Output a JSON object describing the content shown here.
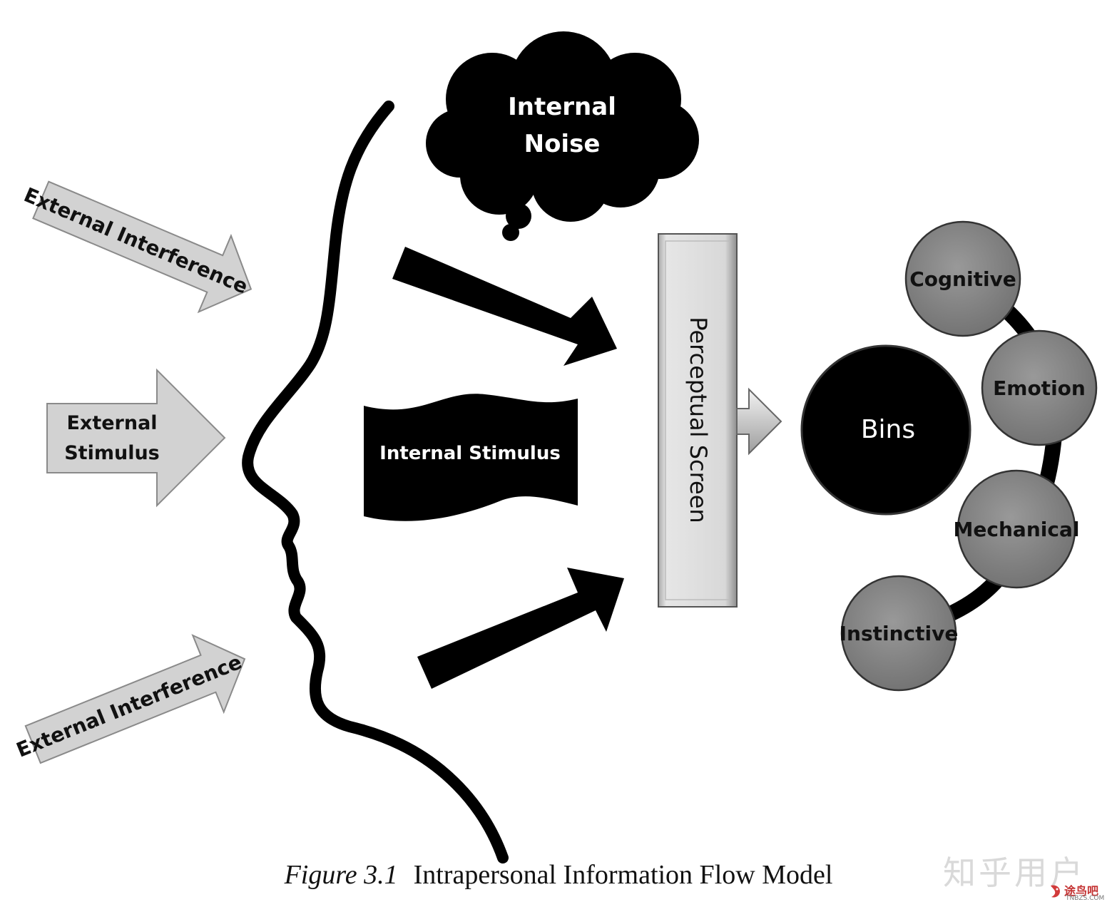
{
  "diagram": {
    "internal_noise": [
      "Internal",
      "Noise"
    ],
    "external_interference_top": "External Interference",
    "external_stimulus": [
      "External",
      "Stimulus"
    ],
    "external_interference_bottom": "External Interference",
    "internal_stimulus": "Internal Stimulus",
    "perceptual_screen": "Perceptual Screen",
    "bins": "Bins",
    "bin_categories": [
      "Cognitive",
      "Emotion",
      "Mechanical",
      "Instinctive"
    ]
  },
  "caption": {
    "figure_label": "Figure 3.1",
    "title": "Intrapersonal Information Flow Model"
  },
  "watermark": {
    "platform": "知乎用户",
    "site_name": "途鸟吧",
    "site_domain": "TNBZS.COM"
  },
  "colors": {
    "black": "#000000",
    "arrow_gray": "#d2d2d2",
    "circle_gray": "#8a8a8a",
    "screen_gray": "#d6d6d6"
  }
}
